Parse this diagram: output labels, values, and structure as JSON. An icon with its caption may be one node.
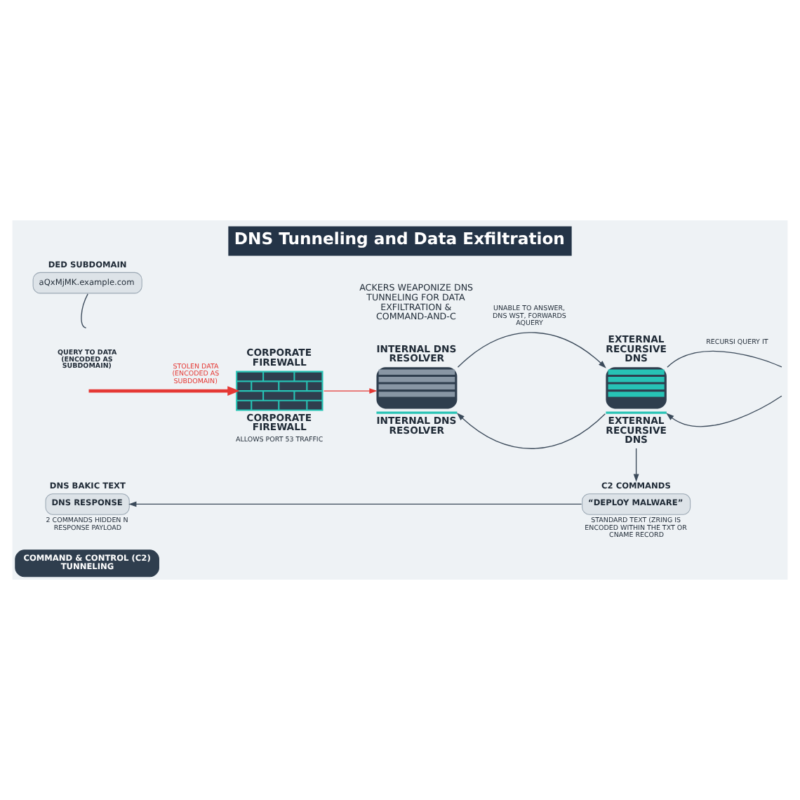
{
  "diagram": {
    "title": "DNS Tunneling and Data Exfiltration",
    "nodes": [
      {
        "text": [
          "DED SUBDOMAIN",
          "aQxMjMK.example.com"
        ]
      },
      {
        "text": [
          "CORPORATE FIREWALL",
          "CORPORATE FIREWALL",
          "ALLOWS PORT 53 TRAFFIC"
        ]
      },
      {
        "text": [
          "INTERNAL DNS RESOLVER",
          "INTERNAL DNS RESOLVER"
        ]
      },
      {
        "text": [
          "EXTERNAL RECURSIVE DNS",
          "EXTERNAL RECURSIVE DNS"
        ]
      },
      {
        "text": [
          "C2 COMMANDS",
          "“DEPLOY MALWARE”"
        ],
        "beside": [
          "STANDARD TEXT (ZRING IS ENCODED WITHIN THE TXT OR CNAME RECORD"
        ]
      },
      {
        "text": [
          "DNS BAKIC TEXT",
          "DNS RESPONSE"
        ],
        "beside": [
          "2 COMMANDS HIDDEN N RESPONSE PAYLOAD"
        ]
      },
      {
        "text": [
          "COMMAND & CONTROL (C2) TUNNELING"
        ]
      }
    ],
    "edges": [
      {
        "from": null,
        "to": 1,
        "arrow": "to",
        "label": "STOLEN DATA (ENCODED AS SUBDOMAIN)",
        "style": "thick",
        "color": "#e53935"
      },
      {
        "from": 1,
        "to": 2,
        "arrow": "to",
        "color": "#e53935"
      },
      {
        "from": 2,
        "to": 3,
        "arrow": "to",
        "label": "UNABLE TO ANSWER, DNS WST, FORWARDS AQUERY"
      },
      {
        "from": 3,
        "to": 2,
        "arrow": "to"
      },
      {
        "from": 3,
        "to": null,
        "arrow": "none",
        "label": "RECURSI QUERY IT"
      },
      {
        "from": null,
        "to": 3,
        "arrow": "to"
      },
      {
        "from": 3,
        "to": 4,
        "arrow": "to"
      },
      {
        "from": 4,
        "to": 5,
        "arrow": "to"
      },
      {
        "from": 0,
        "to": null,
        "arrow": "none"
      }
    ],
    "labels": [
      "ACKERS WEAPONIZE DNS TUNNELING FOR DATA EXFILTRATION & COMMAND-AND-C",
      "QUERY TO DATA (ENCODED AS SUBDOMAIN)"
    ]
  }
}
